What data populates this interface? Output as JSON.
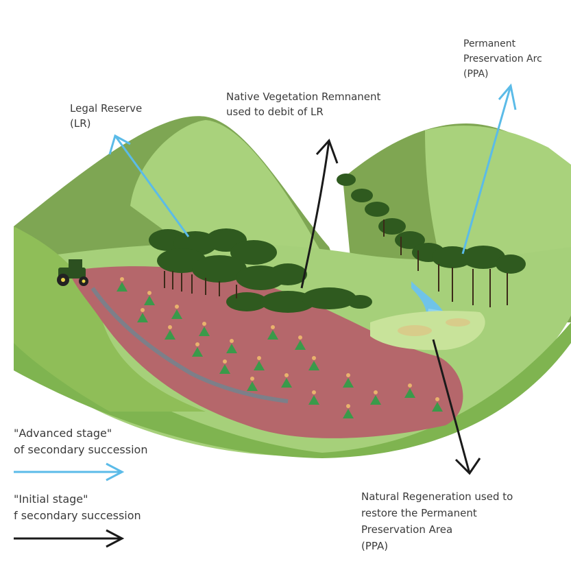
{
  "labels": {
    "legal_reserve": {
      "line1": "Legal Reserve",
      "line2": "(LR)"
    },
    "native_remnant": {
      "line1": "Native Vegetation Remnanent",
      "line2": "used to debit of LR"
    },
    "ppa_top": {
      "line1": "Permanent",
      "line2": "Preservation Arc",
      "line3": "(PPA)"
    },
    "legend_advanced": {
      "line1": "\"Advanced stage\"",
      "line2": "of secondary succession"
    },
    "legend_initial": {
      "line1": "\"Initial stage\"",
      "line2": "f secondary succession"
    },
    "natural_regen": {
      "line1": "Natural Regeneration used to",
      "line2": "restore the Permanent",
      "line3": "Preservation Area",
      "line4": "(PPA)"
    }
  },
  "colors": {
    "advanced_arrow": "#5bbbe8",
    "initial_arrow": "#1a1a1a",
    "field": "#b5676b",
    "dark_tree": "#2f5a1f",
    "light_green": "#a9d27c",
    "mid_green": "#7fb450",
    "hill_dark": "#7aa050",
    "water": "#6fc3e8",
    "tractor": "#2c5020"
  },
  "icons": [
    "tractor-icon",
    "crop-plant-icon",
    "tree-icon",
    "stream-icon"
  ]
}
